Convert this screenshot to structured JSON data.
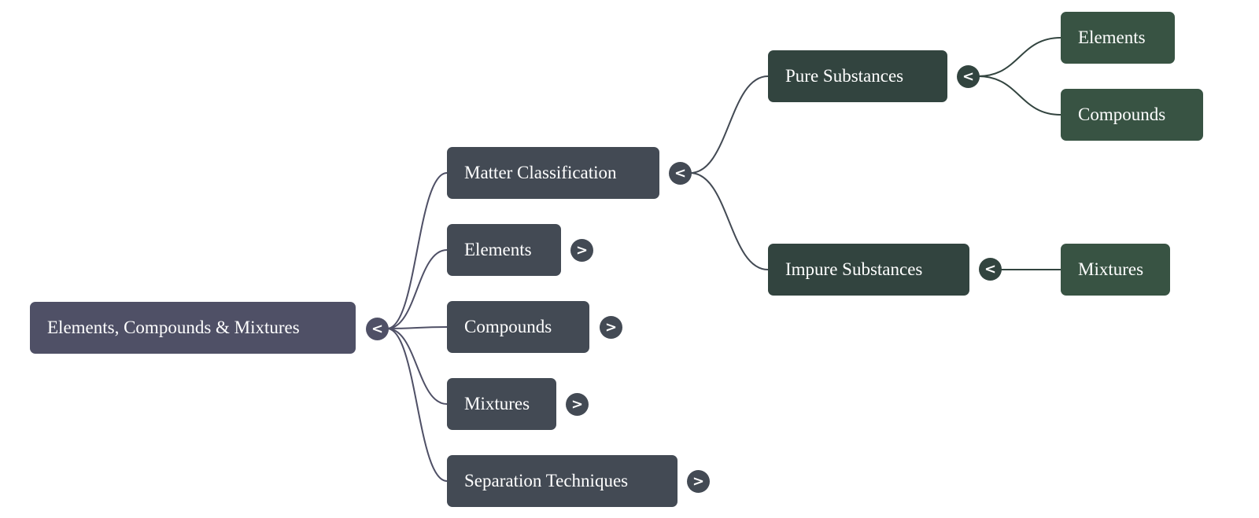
{
  "mindmap": {
    "title": "Elements, Compounds & Mixtures",
    "colors": {
      "root": "#4f5066",
      "level1": "#434a54",
      "level2": "#32443f",
      "level3": "#385343",
      "link_root": "#4f5066",
      "link_level1": "#434a54",
      "link_level2": "#32443f"
    },
    "root": {
      "label": "Elements, Compounds & Mixtures",
      "toggle": "<",
      "expanded": true,
      "children": [
        {
          "label": "Matter Classification",
          "toggle": "<",
          "expanded": true,
          "children": [
            {
              "label": "Pure Substances",
              "toggle": "<",
              "expanded": true,
              "children": [
                {
                  "label": "Elements"
                },
                {
                  "label": "Compounds"
                }
              ]
            },
            {
              "label": "Impure Substances",
              "toggle": "<",
              "expanded": true,
              "children": [
                {
                  "label": "Mixtures"
                }
              ]
            }
          ]
        },
        {
          "label": "Elements",
          "toggle": ">",
          "expanded": false
        },
        {
          "label": "Compounds",
          "toggle": ">",
          "expanded": false
        },
        {
          "label": "Mixtures",
          "toggle": ">",
          "expanded": false
        },
        {
          "label": "Separation Techniques",
          "toggle": ">",
          "expanded": false
        }
      ]
    }
  }
}
